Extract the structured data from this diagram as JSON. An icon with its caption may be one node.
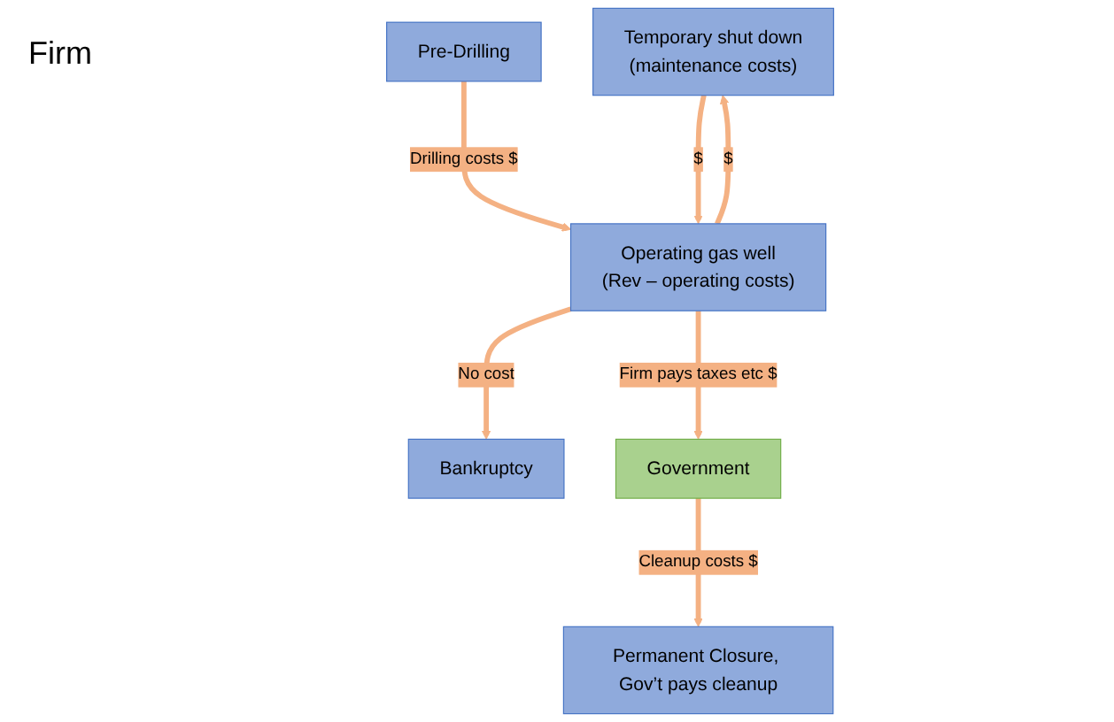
{
  "diagram": {
    "nodes": [
      {
        "text": [
          "Temporary shut down",
          "(maintenance costs)"
        ]
      },
      {
        "text": [
          "Bankruptcy"
        ]
      },
      {
        "text": [
          "Pre-Drilling"
        ]
      },
      {
        "text": [
          "Operating gas well",
          "(Rev – operating costs)"
        ]
      },
      {
        "text": [
          "Permanent Closure, Gov’t pays cleanup"
        ]
      },
      {
        "text": [
          "Government"
        ]
      }
    ],
    "edges": [
      {
        "from": 2,
        "to": 3,
        "arrow": "to",
        "label": "Drilling costs $"
      },
      {
        "from": 3,
        "to": 0,
        "arrow": "to",
        "label": "$"
      },
      {
        "from": 0,
        "to": 3,
        "arrow": "to",
        "label": "$"
      },
      {
        "from": 3,
        "to": 1,
        "arrow": "to",
        "label": "No cost"
      },
      {
        "from": 3,
        "to": 5,
        "arrow": "to",
        "label": "Firm pays taxes etc $"
      },
      {
        "from": 5,
        "to": 4,
        "arrow": "to",
        "label": "Cleanup costs $"
      }
    ],
    "labels": [
      "Firm"
    ]
  }
}
